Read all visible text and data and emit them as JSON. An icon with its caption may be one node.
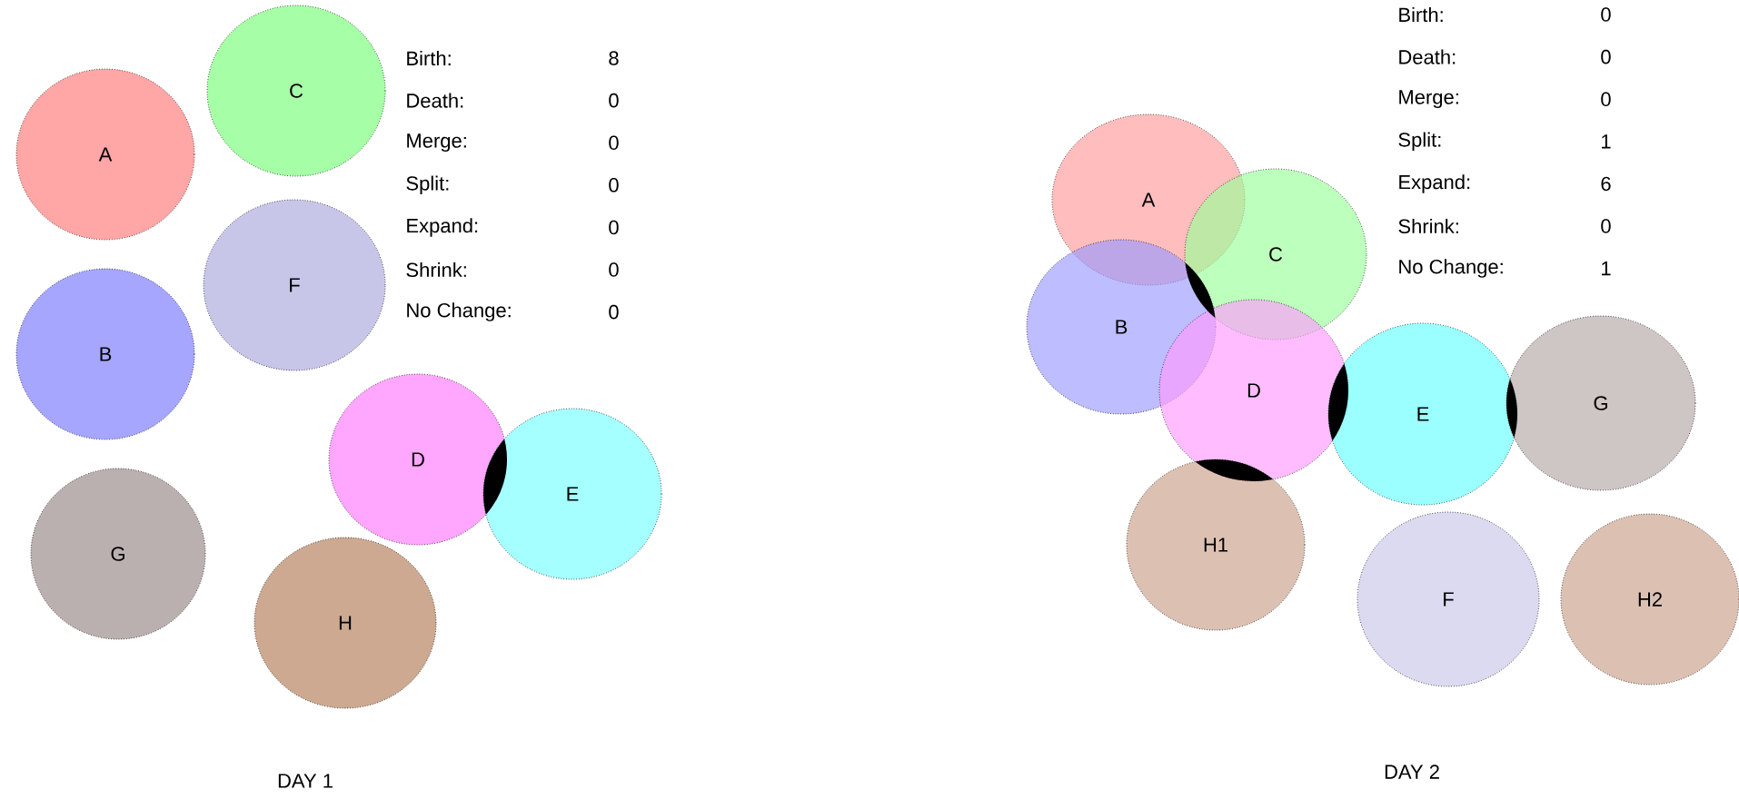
{
  "diagram": {
    "nodes": [
      {
        "text": [
          "A"
        ]
      },
      {
        "text": [
          "C"
        ]
      },
      {
        "text": [
          "F"
        ]
      },
      {
        "text": [
          "B"
        ]
      },
      {
        "text": [
          "D"
        ]
      },
      {
        "text": [
          "E"
        ]
      },
      {
        "text": [
          "G"
        ]
      },
      {
        "text": [
          "H"
        ]
      },
      {
        "text": [
          "A"
        ]
      },
      {
        "text": [
          "C"
        ]
      },
      {
        "text": [
          "B"
        ]
      },
      {
        "text": [
          "D"
        ]
      },
      {
        "text": [
          "E"
        ]
      },
      {
        "text": [
          "G"
        ]
      },
      {
        "text": [
          "H1"
        ]
      },
      {
        "text": [
          "F"
        ]
      },
      {
        "text": [
          "H2"
        ]
      }
    ],
    "labels": [
      "Birth:",
      "8",
      "Death:",
      "0",
      "Merge:",
      "0",
      "Split:",
      "0",
      "Expand:",
      "0",
      "Shrink:",
      "0",
      "No Change:",
      "0",
      "Birth:",
      "0",
      "Death:",
      "0",
      "Merge:",
      "0",
      "Split:",
      "1",
      "Expand:",
      "6",
      "Shrink:",
      "0",
      "No Change:",
      "1",
      "DAY 1",
      "DAY 2"
    ]
  }
}
